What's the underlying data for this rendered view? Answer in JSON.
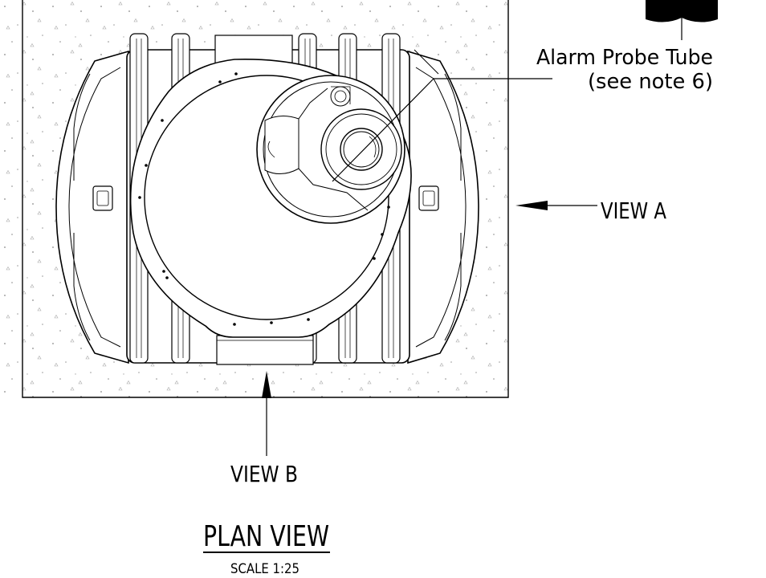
{
  "callout": {
    "line1": "Alarm Probe Tube",
    "line2": "(see note 6)"
  },
  "views": {
    "view_a": "VIEW A",
    "view_b": "VIEW B"
  },
  "title_block": {
    "title": "PLAN VIEW",
    "scale": "SCALE 1:25"
  },
  "icons": [
    "speckle-hatch-pattern",
    "view-arrow-icon",
    "leader-line"
  ]
}
